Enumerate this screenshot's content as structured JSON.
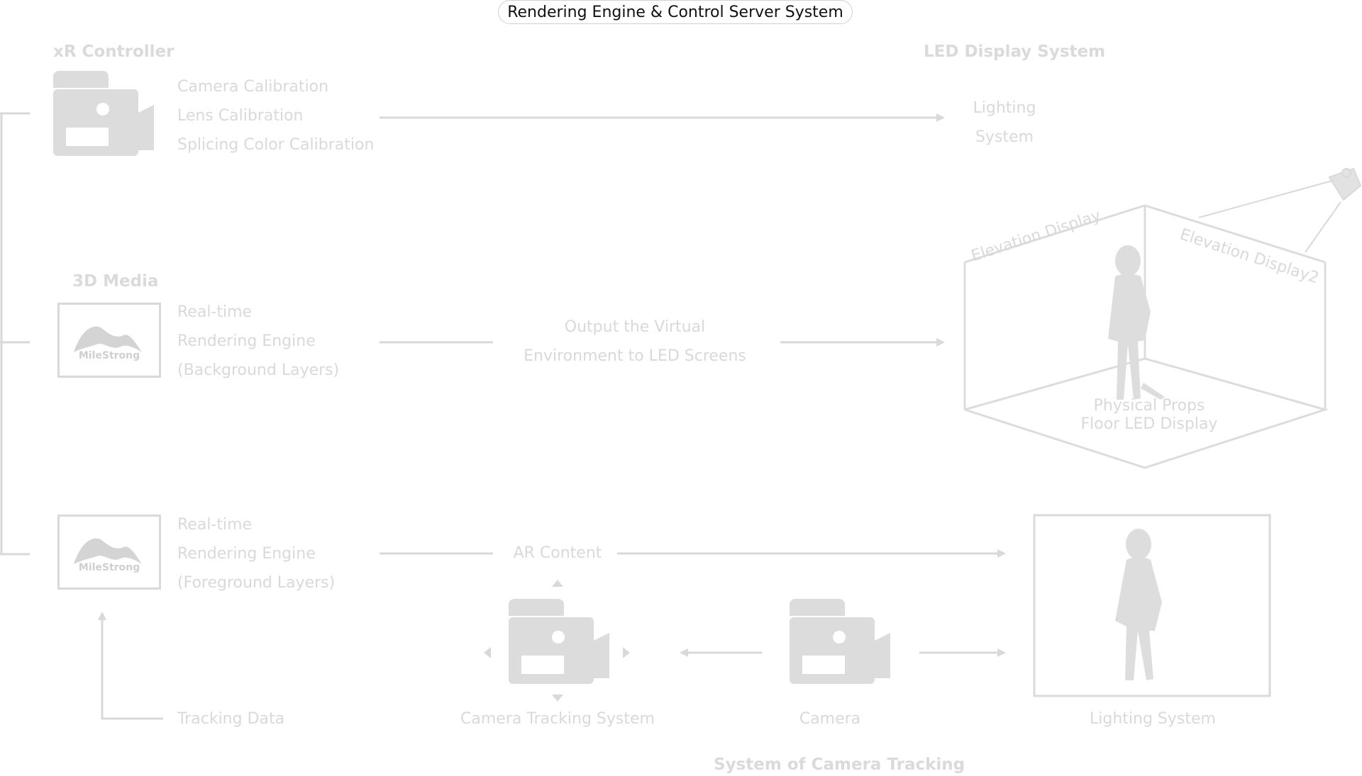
{
  "title": "Rendering Engine & Control Server System",
  "headers": {
    "xr_controller": "xR Controller",
    "led_display_system": "LED Display System",
    "media_3d": "3D Media",
    "camera_tracking_system_group": "System of Camera Tracking"
  },
  "xr_controller": {
    "items": [
      "Camera Calibration",
      "Lens Calibration",
      "Splicing Color Calibration"
    ]
  },
  "lighting_system_top": [
    "Lighting",
    "System"
  ],
  "bg_engine": [
    "Real-time",
    "Rendering Engine",
    "(Background Layers)"
  ],
  "output_label": [
    "Output the Virtual",
    "Environment to LED Screens"
  ],
  "led_box": {
    "left_wall": "Elevation Display",
    "right_wall": "Elevation Display2",
    "floor": [
      "Physical Props",
      "Floor LED Display"
    ]
  },
  "fg_engine": [
    "Real-time",
    "Rendering Engine",
    "(Foreground Layers)"
  ],
  "ar_content": "AR Content",
  "bottom": {
    "tracking_data": "Tracking Data",
    "camera_tracking_system": "Camera Tracking System",
    "camera": "Camera",
    "lighting_system": "Lighting System"
  },
  "logo_text": "MileStrong",
  "colors": {
    "ink": "#d9d9d9",
    "title": "#111111"
  }
}
